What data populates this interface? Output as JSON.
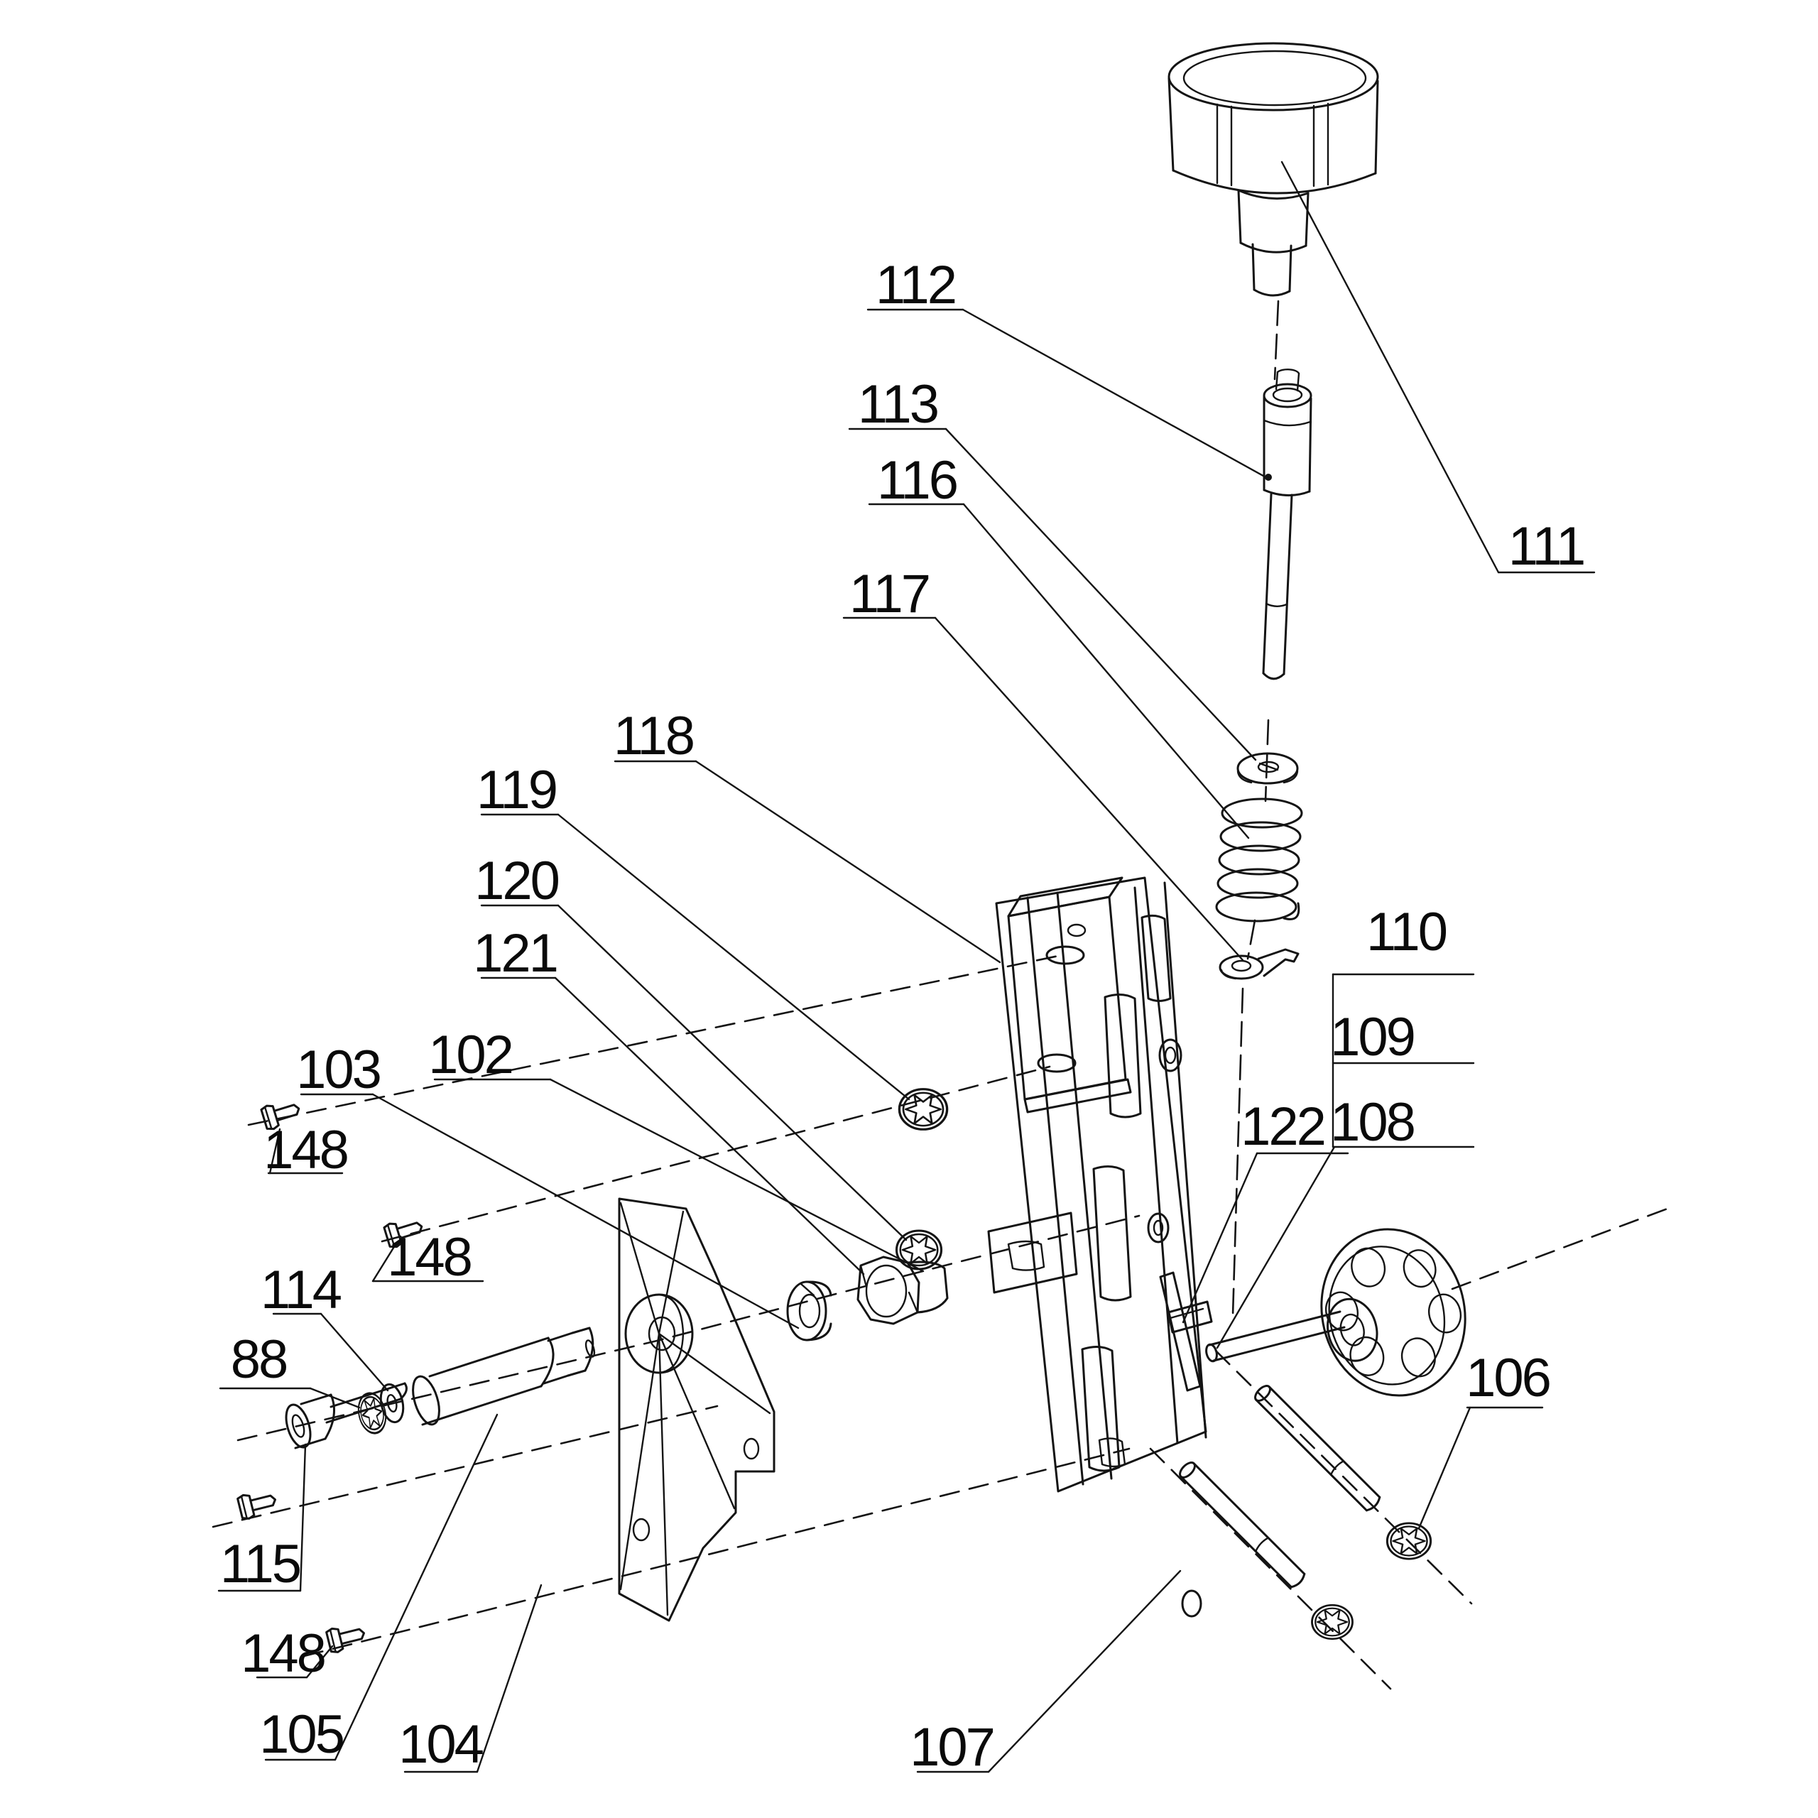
{
  "colors": {
    "background": "#ffffff",
    "line": "#141414",
    "text": "#0a0a0a"
  },
  "labels": [
    {
      "id": "111",
      "text": "111"
    },
    {
      "id": "112",
      "text": "112"
    },
    {
      "id": "113",
      "text": "113"
    },
    {
      "id": "116",
      "text": "116"
    },
    {
      "id": "117",
      "text": "117"
    },
    {
      "id": "118",
      "text": "118"
    },
    {
      "id": "119",
      "text": "119"
    },
    {
      "id": "120",
      "text": "120"
    },
    {
      "id": "121",
      "text": "121"
    },
    {
      "id": "103",
      "text": "103"
    },
    {
      "id": "102",
      "text": "102"
    },
    {
      "id": "148a",
      "text": "148"
    },
    {
      "id": "148b",
      "text": "148"
    },
    {
      "id": "114",
      "text": "114"
    },
    {
      "id": "88",
      "text": "88"
    },
    {
      "id": "115",
      "text": "115"
    },
    {
      "id": "148c",
      "text": "148"
    },
    {
      "id": "105",
      "text": "105"
    },
    {
      "id": "104",
      "text": "104"
    },
    {
      "id": "107",
      "text": "107"
    },
    {
      "id": "106",
      "text": "106"
    },
    {
      "id": "122",
      "text": "122"
    },
    {
      "id": "110",
      "text": "110"
    },
    {
      "id": "109",
      "text": "109"
    },
    {
      "id": "108",
      "text": "108"
    }
  ]
}
